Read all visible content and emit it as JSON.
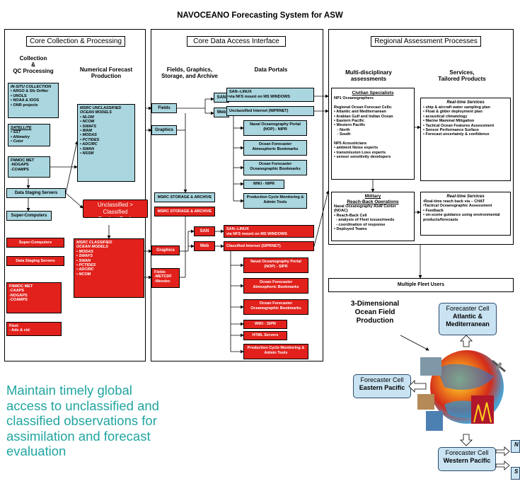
{
  "title": "NAVOCEANO Forecasting System for ASW",
  "headers": {
    "core_collection": "Core Collection & Processing",
    "core_access": "Core Data Access Interface",
    "regional": "Regional Assessment Processes"
  },
  "collection": {
    "col1_title": "Collection\n&\nQC Processing",
    "col2_title": "Numerical Forecast\nProduction",
    "insitu_title": "IN-SITU COLLECTION",
    "insitu_items": [
      "• ARGO & Sfc Drifter",
      "• UNOLS",
      "• NOAA & IOOS",
      "• ONR projects"
    ],
    "satellite_title": "SATELLITE",
    "satellite_items": [
      "• SST",
      "• Altimetry",
      "• Color"
    ],
    "fnmoc_unclass": [
      "FNMOC MET",
      "-NOGAPS",
      "-COAMPS"
    ],
    "models_title": "MSRC UNCLASSIFIED\nOCEAN MODELS",
    "models_items": [
      "• NLOM",
      "• NCOM",
      "• SWAFS",
      "• WAM",
      "• MODAS",
      "• PCTIDES",
      "• ADCIRC",
      "• SWAN",
      "• NSSM"
    ],
    "data_staging": "Data Staging Servers",
    "supercomputers": "Super-Computers",
    "push": "Unclassified > Classified\nProduct Push",
    "class_supercomputers": "Super-Computers",
    "class_staging": "Data Staging Servers",
    "class_fnmoc": [
      "FNMOC MET",
      "-CAAPS",
      "-NOGAPS",
      "-COAMPS"
    ],
    "class_fleet": [
      "Fleet",
      "- Ade & ctd"
    ],
    "class_models_title": "MSRC CLASSIFIED\nOCEAN MODELS",
    "class_models_items": [
      "• MODAS",
      "• SWAFS",
      "• SWAN",
      "• PCTIDES",
      "• ADCIRC",
      "• NCOM"
    ]
  },
  "access": {
    "col1_title": "Fields, Graphics,\nStorage, and Archive",
    "col2_title": "Data Portals",
    "san": "SAN",
    "web": "Web",
    "san_linux": "SAN--LINUX\nvia NFS mount on MS WINDOWS",
    "unclass_internet": "Unclassified Internet (NIPRNET)",
    "portal_items": [
      "Naval Oceanography Portal\n(NOP) - NIPR",
      "Ocean Forecaster\nAtmospheric Bookmarks",
      "Ocean Forecaster\nOceanographic Bookmarks",
      "WIKI - NIPR",
      "Production Cycle Monitoring &\nAdmin Tools"
    ],
    "fields": "Fields",
    "graphics": "Graphics",
    "msrc_storage": "MSRC STORAGE & ARCHIVE",
    "class_storage": "MSRC STORAGE & ARCHIVE",
    "class_san": "SAN",
    "class_web": "Web",
    "class_graphics": "Graphics",
    "class_fields": "Fields\n-METCDF\n-Wendec",
    "class_san_linux": "SAN--LINUX\nvia NFS mount on MS WINDOWS",
    "class_internet": "Classified Internet (SIPRNET)",
    "class_portal_items": [
      "Naval Oceanography Portal\n(NOP) - SIPR",
      "Ocean Forecaster\nAtmospheric Bookmarks",
      "Ocean Forecaster\nOceanographic Bookmarks",
      "WIKI - SIPR",
      "HTML Servers",
      "Production Cycle Monitoring &\nAdmin Tools"
    ]
  },
  "regional": {
    "col1_title": "Multi-disciplinary\nassessments",
    "col2_title": "Services,\nTailored Products",
    "civ_title": "Civilian Specialists",
    "civ_lines": [
      "NP1 Oceanographers",
      "",
      "Regional Ocean Forecast Cells:",
      "• Atlantic and Mediterranean",
      "• Arabian Gulf and Indian Ocean",
      "• Eastern Pacific",
      "• Western Pacific",
      "   - North",
      "   - South",
      "",
      "NP5 Acousticians",
      "• ambient Noise experts",
      "• transmission Loss experts",
      "• sensor sensitivity developers"
    ],
    "rt1_title": "Real-time Services",
    "rt1_lines": [
      "• ship & aircraft water sampling plan",
      "• Float & glider deployment plan",
      "• acoustical climatology",
      "• Marine Mammal Mitigation",
      "• Tactical Ocean Features Assessment",
      "• Sensor Performance Surface",
      "• Forecast uncertainty & confidence"
    ],
    "mil_title": "Military\nReach-Back Operations",
    "mil_lines": [
      "Naval Oceanography ASW Center",
      "(NOAC)",
      "• Reach-Back Cell",
      "  - analysis of Fleet issues/needs",
      "  - coordination of response",
      "• Deployed Teams"
    ],
    "rt2_title": "Real-time Services",
    "rt2_lines": [
      "•Real-time reach back via – CHAT",
      "•Tactical Oceanographic Assessment",
      "• Feedback",
      "• on-scene guidance using environmental",
      "products/forecasts"
    ],
    "fleet": "Multiple Fleet Users"
  },
  "lower": {
    "ocean_field": "3-Dimensional\nOcean Field\nProduction",
    "cell_label": "Forecaster Cell",
    "atlantic": "Atlantic &\nMediterranean",
    "eastern": "Eastern Pacific",
    "western": "Western Pacific",
    "n_label": "N",
    "s_label": "S",
    "statement": "Maintain timely global access to unclassified and classified observations for assimilation and forecast evaluation"
  },
  "colors": {
    "teal": "#a9d6df",
    "red": "#e2211c",
    "cell": "#c9e3f3",
    "statement": "#20a5a0"
  }
}
